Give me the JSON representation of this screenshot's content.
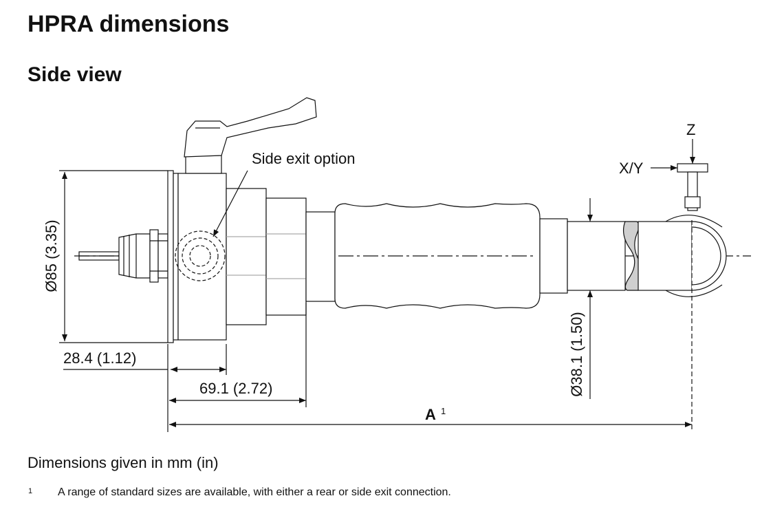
{
  "page": {
    "title": "HPRA dimensions",
    "subtitle": "Side view"
  },
  "diagram": {
    "callout": "Side exit option",
    "axis_xy": "X/Y",
    "axis_z": "Z",
    "dim_diameter_body": "Ø85 (3.35)",
    "dim_diameter_tube": "Ø38.1 (1.50)",
    "dim_flange": "28.4 (1.12)",
    "dim_housing": "69.1 (2.72)",
    "dim_overall": "A",
    "dim_overall_note": "1"
  },
  "footer": {
    "units_note": "Dimensions given in mm (in)",
    "footnote_marker": "1",
    "footnote_text": "A range of standard sizes are available, with either a rear or side exit connection."
  }
}
